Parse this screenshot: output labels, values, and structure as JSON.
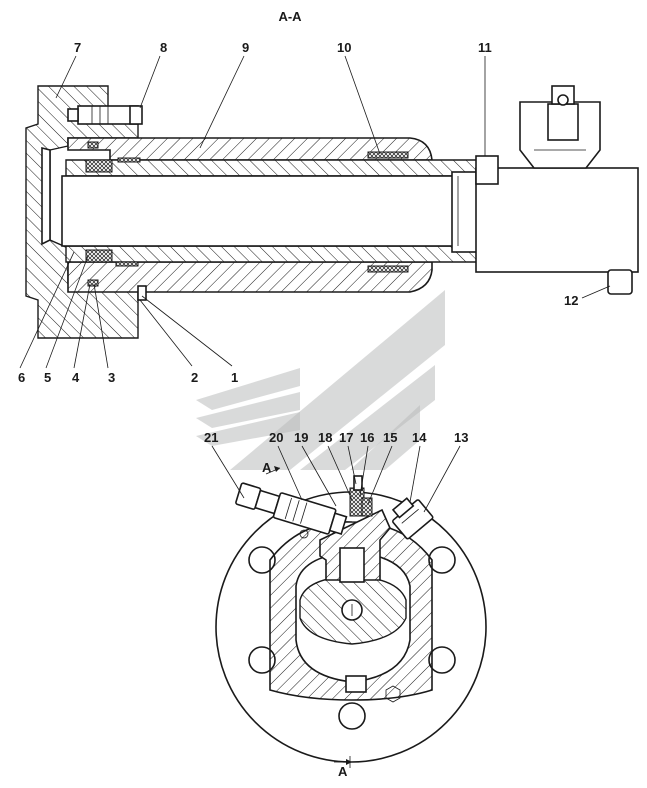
{
  "section_title": "А-А",
  "callouts": [
    {
      "id": "c1",
      "text": "1"
    },
    {
      "id": "c2",
      "text": "2"
    },
    {
      "id": "c3",
      "text": "3"
    },
    {
      "id": "c4",
      "text": "4"
    },
    {
      "id": "c5",
      "text": "5"
    },
    {
      "id": "c6",
      "text": "6"
    },
    {
      "id": "c7",
      "text": "7"
    },
    {
      "id": "c8",
      "text": "8"
    },
    {
      "id": "c9",
      "text": "9"
    },
    {
      "id": "c10",
      "text": "10"
    },
    {
      "id": "c11",
      "text": "11"
    },
    {
      "id": "c12",
      "text": "12"
    },
    {
      "id": "c13",
      "text": "13"
    },
    {
      "id": "c14",
      "text": "14"
    },
    {
      "id": "c15",
      "text": "15"
    },
    {
      "id": "c16",
      "text": "16"
    },
    {
      "id": "c17",
      "text": "17"
    },
    {
      "id": "c18",
      "text": "18"
    },
    {
      "id": "c19",
      "text": "19"
    },
    {
      "id": "c20",
      "text": "20"
    },
    {
      "id": "c21",
      "text": "21"
    }
  ],
  "section_marks": {
    "upper": "А",
    "lower": "А"
  },
  "colors": {
    "line": "#1a1a1a",
    "watermark": "#b9bbbc",
    "background": "#ffffff"
  }
}
